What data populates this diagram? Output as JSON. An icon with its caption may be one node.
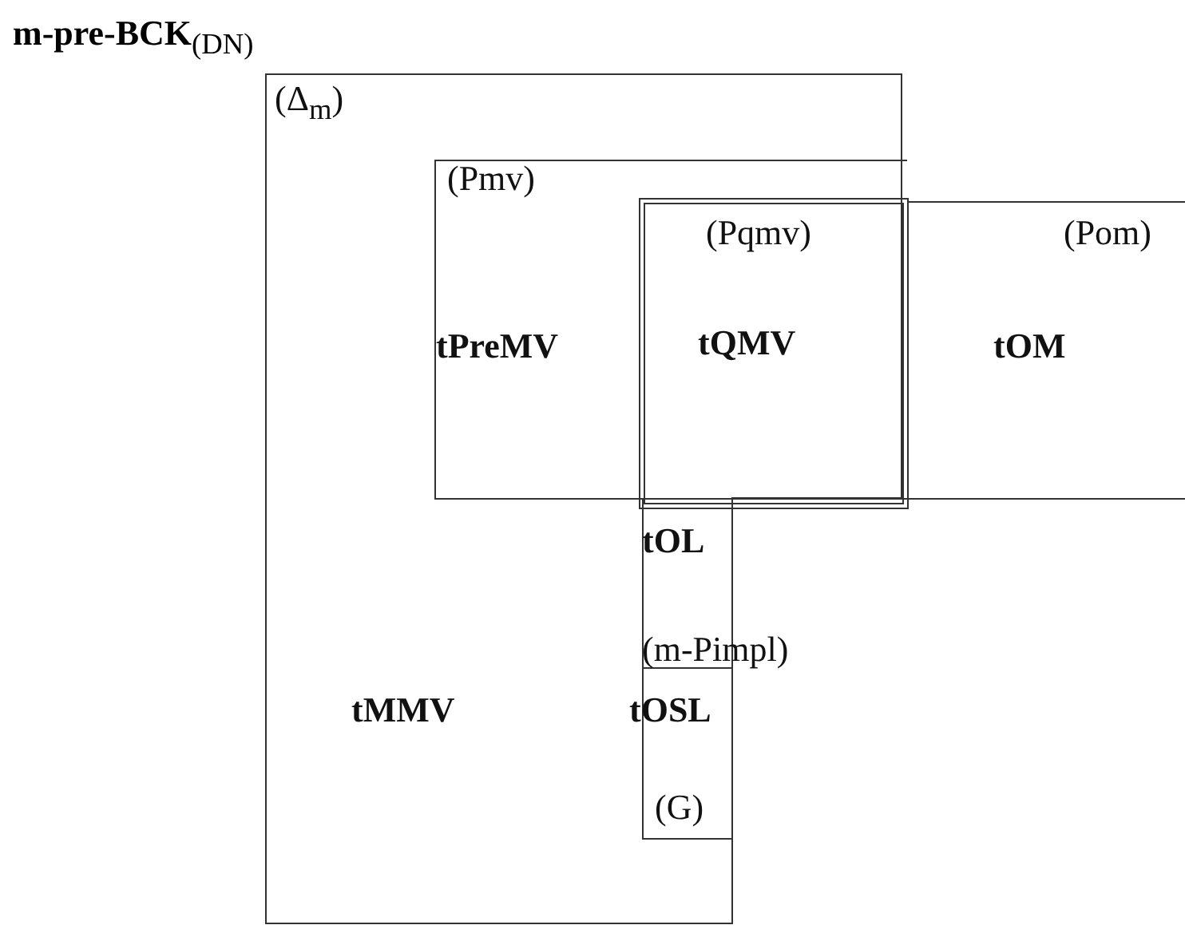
{
  "diagram": {
    "title": "**m-pre-BCK**$_{(DN)}$",
    "nodes": [
      {
        "text": [
          "(Δ$_{m}$)",
          "tMMV"
        ]
      },
      {
        "text": [
          "(Pmv)",
          "tPreMV"
        ],
        "in": 0
      },
      {
        "text": [
          "(Pqmv)",
          "tQMV"
        ],
        "in": 1
      },
      {
        "text": [
          "(Pom)",
          "tOM"
        ]
      },
      {
        "text": [
          "tOL",
          "(m-Pimpl)"
        ],
        "in": 0
      },
      {
        "text": [
          "tOSL",
          "(G)"
        ],
        "in": 0
      }
    ]
  }
}
